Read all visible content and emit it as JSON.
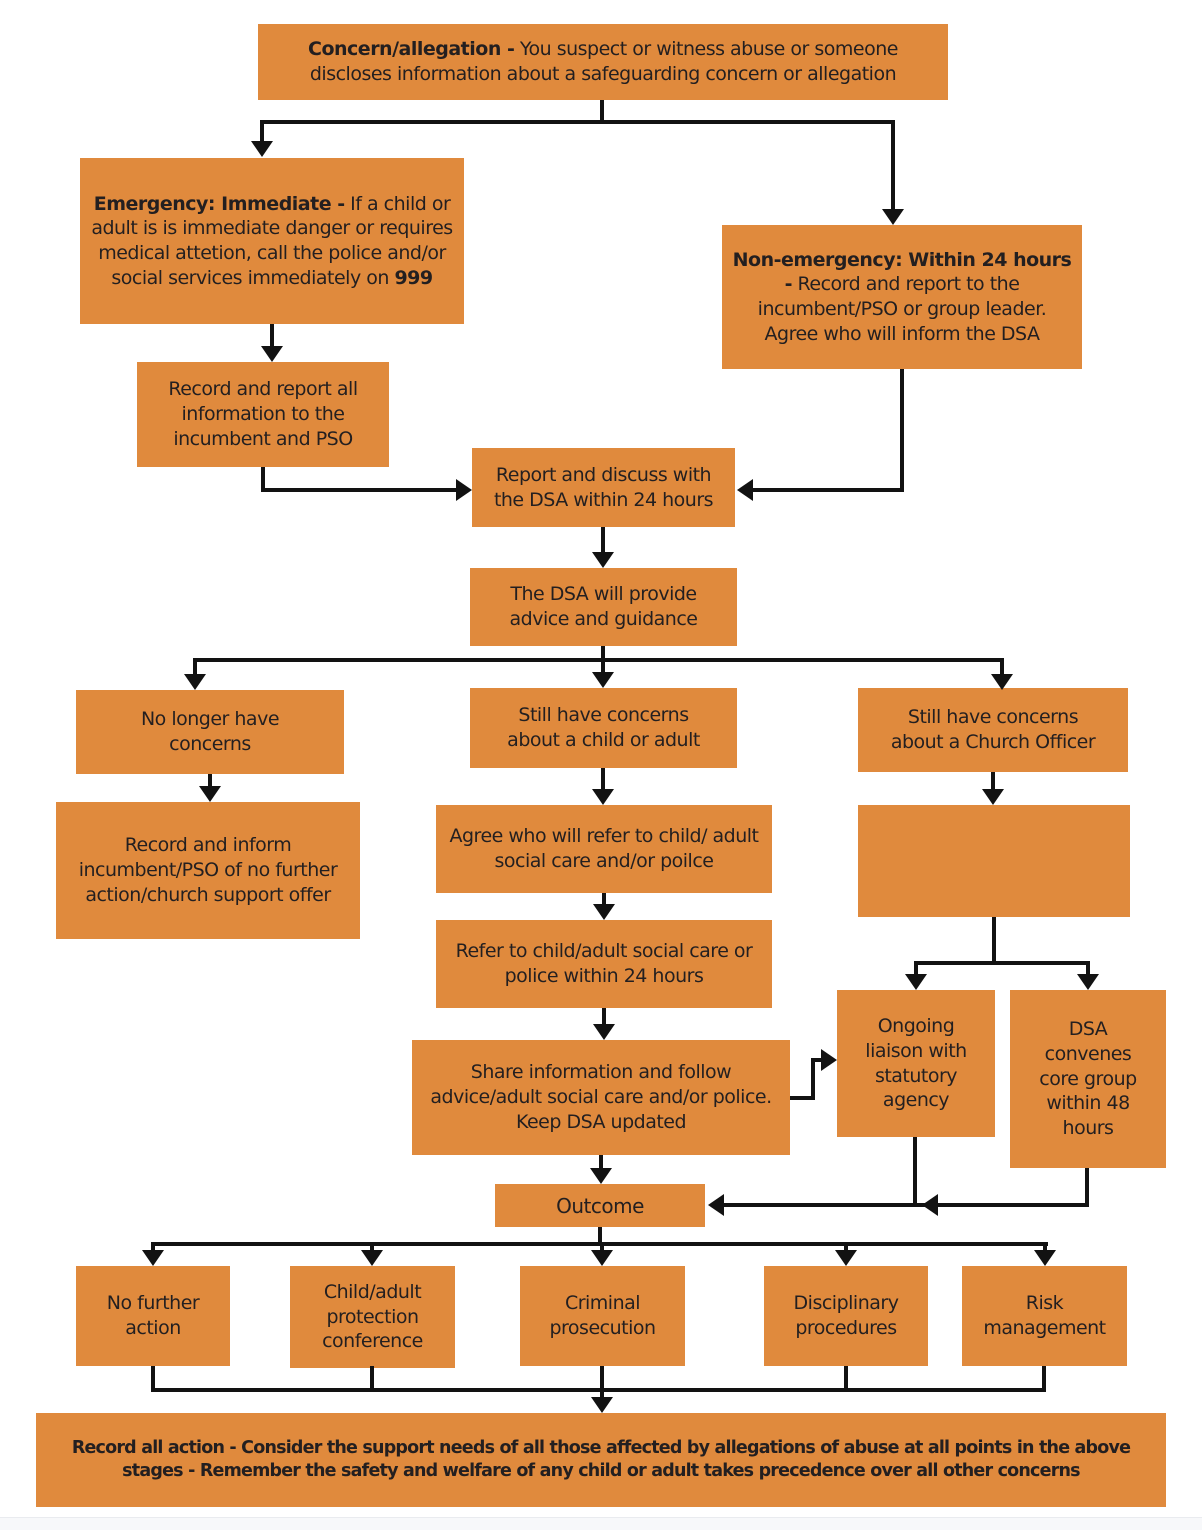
{
  "colors": {
    "box": "#e08a3d",
    "line": "#121212",
    "text": "#231f20",
    "footer": "#f7f8fa"
  },
  "boxes": {
    "concern": {
      "lead": "Concern/allegation -",
      "body": "You suspect or witness abuse or someone discloses information about a safeguarding concern or allegation"
    },
    "emergency": {
      "lead": "Emergency: Immediate -",
      "body": "If a child or adult is is immediate danger or requires medical attetion, call the police and/or social services immediately on",
      "bold_end": "999"
    },
    "non_emergency": {
      "lead": "Non-emergency: Within 24 hours -",
      "body": "Record and report to the incumbent/PSO or group leader. Agree who will inform the DSA"
    },
    "record_report": "Record and report all information to the incumbent and PSO",
    "report_discuss": "Report and discuss with the DSA within 24 hours",
    "dsa_advice": "The DSA will provide advice and guidance",
    "no_longer_concerns": "No longer have concerns",
    "still_concerns_child": "Still have concerns about a child or adult",
    "still_concerns_officer": "Still have concerns about a Church Officer",
    "record_inform": "Record and inform incumbent/PSO of no further action/church support offer",
    "agree_refer": "Agree who will refer to child/ adult social care and/or poilce",
    "refer_24h": "Refer to child/adult social care or police within 24 hours",
    "share_info": "Share information and follow advice/adult social care and/or police. Keep DSA updated",
    "ongoing_liaison": "Ongoing liaison with statutory agency",
    "dsa_core_group": "DSA convenes core group within 48 hours",
    "outcome": "Outcome",
    "no_further_action": "No further action",
    "protection_conference": "Child/adult protection conference",
    "criminal_prosecution": "Criminal prosecution",
    "disciplinary_procedures": "Disciplinary procedures",
    "risk_management": "Risk management",
    "record_all": "Record all action - Consider the support needs of all those affected by allegations of abuse at all points in the above stages - Remember the safety and welfare of any child or adult takes precedence over all other concerns"
  }
}
